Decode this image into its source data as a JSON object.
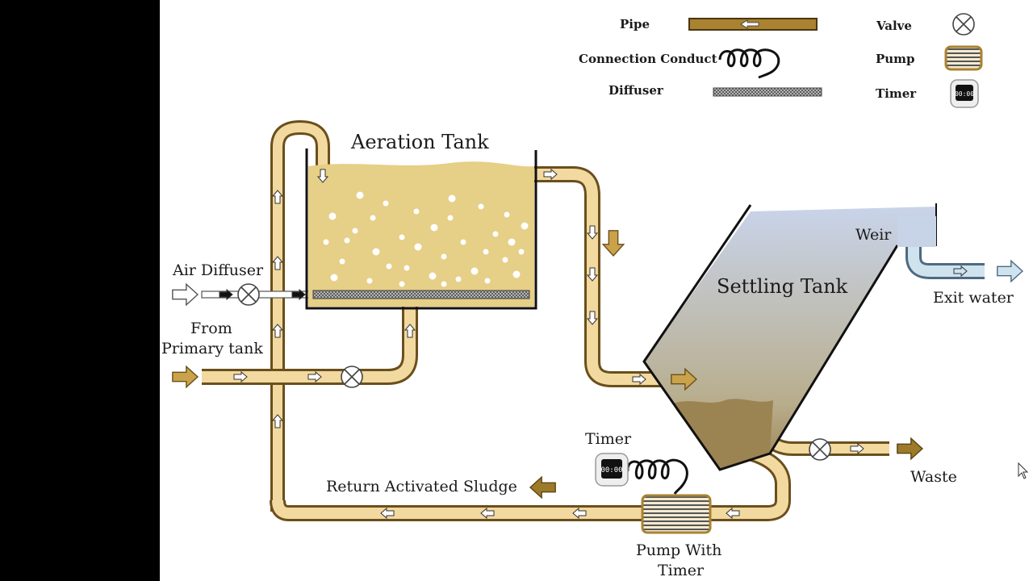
{
  "colors": {
    "page_bg": "#000000",
    "canvas_bg": "#ffffff",
    "pipe_fill": "#f2d9a0",
    "pipe_outline": "#6a4f1c",
    "legend_pipe": "#a98232",
    "sludge_liquid": "#e6cf86",
    "settling_top": "#c9d4ea",
    "settling_bottom": "#9c8452",
    "exit_pipe": "#cfe3ef",
    "air_line": "#ffffff",
    "arrow_dark": "#9c7a29"
  },
  "legend": {
    "pipe": "Pipe",
    "connection_conduct": "Connection Conduct",
    "diffuser": "Diffuser",
    "valve": "Valve",
    "pump": "Pump",
    "timer": "Timer"
  },
  "labels": {
    "aeration_tank": "Aeration Tank",
    "settling_tank": "Settling Tank",
    "weir": "Weir",
    "exit_water": "Exit water",
    "air_diffuser": "Air Diffuser",
    "from_primary_line1": "From",
    "from_primary_line2": "Primary tank",
    "return_sludge": "Return Activated Sludge",
    "timer": "Timer",
    "pump_line1": "Pump With",
    "pump_line2": "Timer",
    "waste": "Waste"
  },
  "timer_display": "00:00",
  "icons": {
    "valve": "valve-icon",
    "pump": "pump-icon",
    "timer": "timer-icon",
    "connection": "coil-icon",
    "cursor": "cursor-icon"
  }
}
